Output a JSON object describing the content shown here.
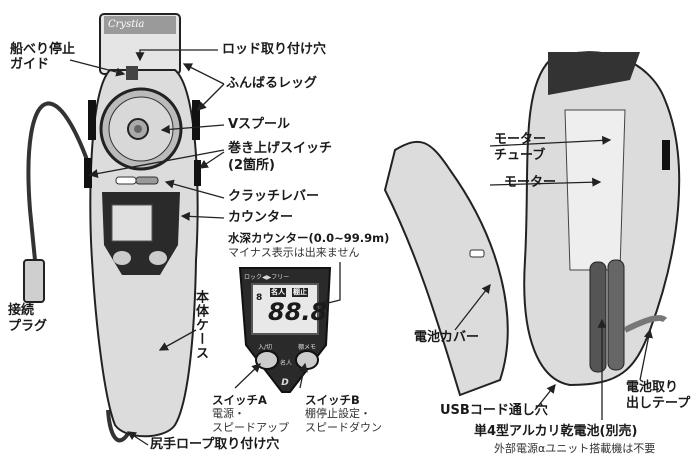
{
  "brand": "Crystia",
  "labels": {
    "gunwale_guide_1": "船べり停止",
    "gunwale_guide_2": "ガイド",
    "rod_hole": "ロッド取り付け穴",
    "legs": "ふんばるレッグ",
    "spool": "Vスプール",
    "winding_switch_1": "巻き上げスイッチ",
    "winding_switch_2": "(2箇所)",
    "clutch": "クラッチレバー",
    "counter": "カウンター",
    "depth_counter": "水深カウンター(0.0~99.9m)",
    "depth_note": "マイナス表示は出来ません",
    "body_case": "本体ケース",
    "plug_1": "接続",
    "plug_2": "プラグ",
    "rope_hole": "尻手ロープ取り付け穴",
    "switch_a": "スイッチA",
    "switch_a_desc_1": "電源・",
    "switch_a_desc_2": "スピードアップ",
    "switch_b": "スイッチB",
    "switch_b_desc_1": "棚停止設定・",
    "switch_b_desc_2": "スピードダウン",
    "motor_tube_1": "モーター",
    "motor_tube_2": "チューブ",
    "motor": "モーター",
    "battery_cover": "電池カバー",
    "usb_hole": "USBコード通し穴",
    "battery": "単4型アルカリ乾電池(別売)",
    "battery_note": "外部電源αユニット搭載機は不要",
    "tape_1": "電池取り",
    "tape_2": "出しテープ"
  },
  "panel": {
    "lock_free": "ロック◀▶フリー",
    "meijin": "名人",
    "tana_stop": "棚止",
    "digits": "88.8",
    "small_digit": "8",
    "btn_a": "入/切",
    "btn_b": "棚メモ",
    "mid": "名人"
  },
  "colors": {
    "body": "#dcdcdc",
    "outline": "#222222",
    "panel": "#2a2a2a",
    "lcd": "#e8e8e8"
  }
}
